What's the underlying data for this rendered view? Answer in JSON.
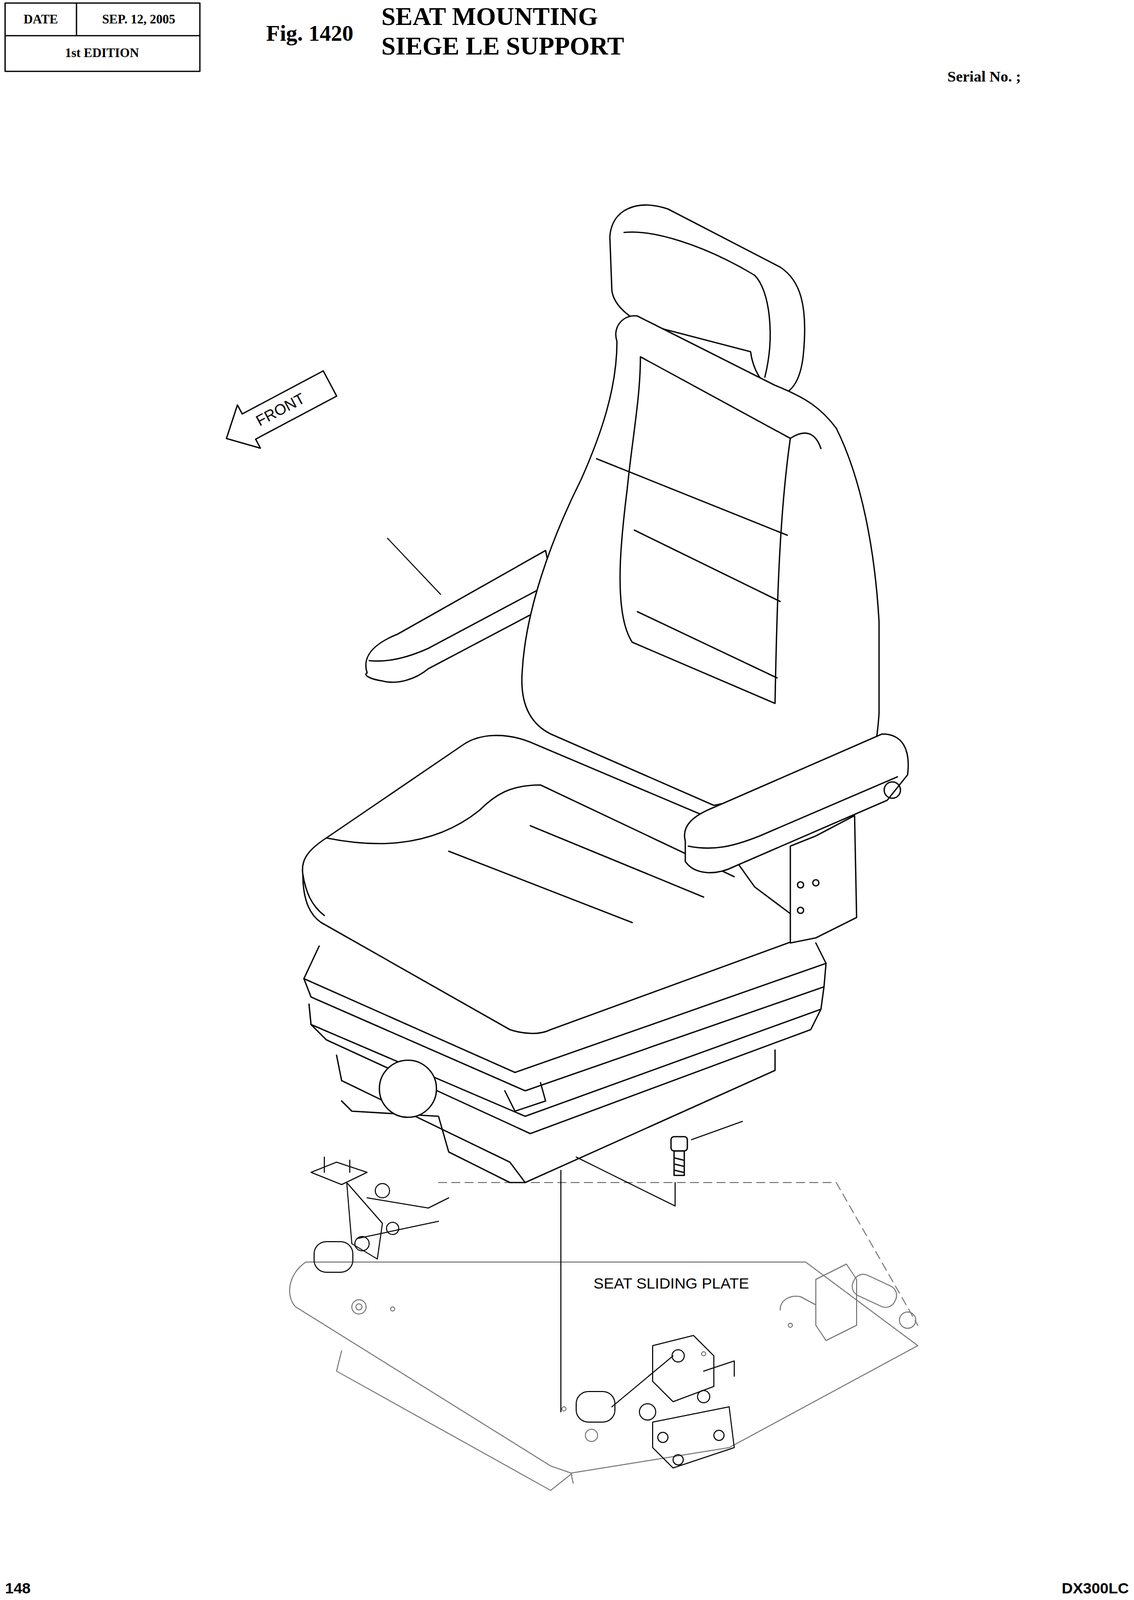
{
  "diagram": {
    "title": "SEAT MOUNTING SIEGE LE SUPPORT",
    "labels": [
      "DATE",
      "SEP. 12, 2005",
      "1st EDITION",
      "Fig. 1420",
      "Serial No. ;",
      "FRONT",
      "SEAT SLIDING PLATE",
      "148",
      "DX300LC"
    ]
  }
}
